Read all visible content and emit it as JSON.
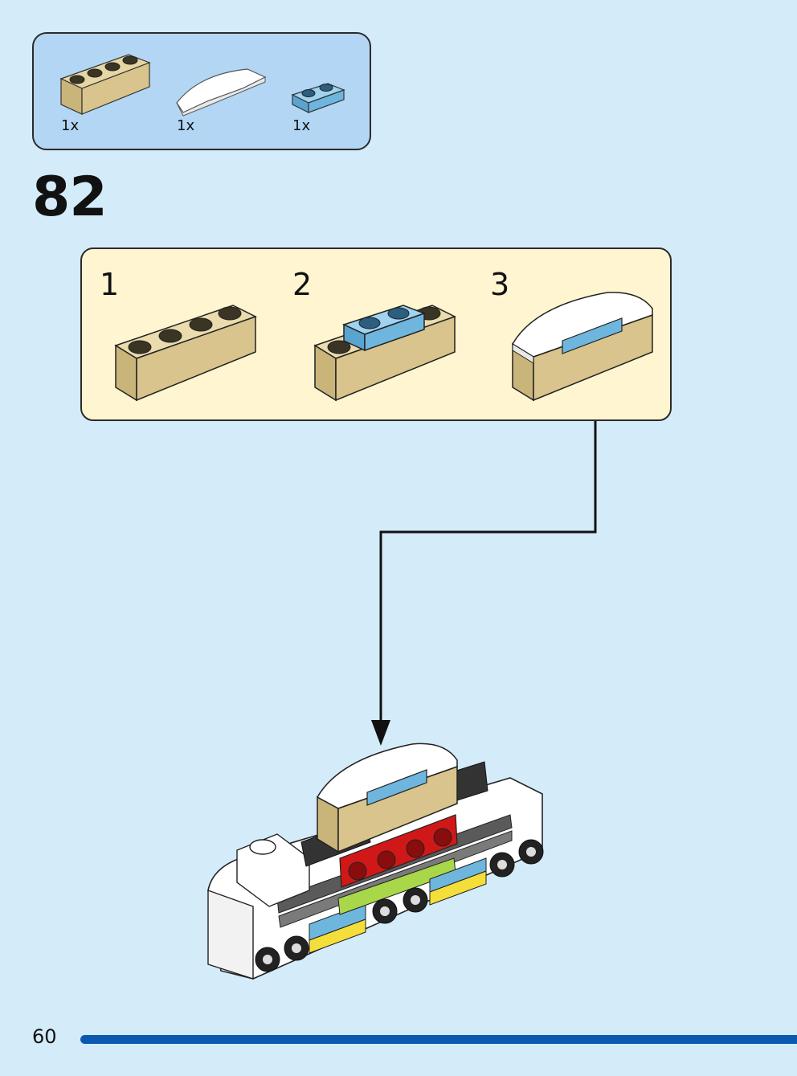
{
  "parts": [
    {
      "name": "tan-brick-1x4",
      "qty": "1x"
    },
    {
      "name": "white-curved-slope",
      "qty": "1x"
    },
    {
      "name": "blue-plate-1x2",
      "qty": "1x"
    }
  ],
  "step": {
    "number": "82"
  },
  "sub_steps": [
    {
      "number": "1"
    },
    {
      "number": "2"
    },
    {
      "number": "3"
    }
  ],
  "page": {
    "number": "60",
    "progress": 1.0
  },
  "colors": {
    "background": "#d4ebfa",
    "parts_box": "#b3d6f4",
    "sub_box": "#fff5d0",
    "tan": "#d8c48c",
    "blue": "#6fb6de",
    "progress": "#0a5ab0"
  }
}
